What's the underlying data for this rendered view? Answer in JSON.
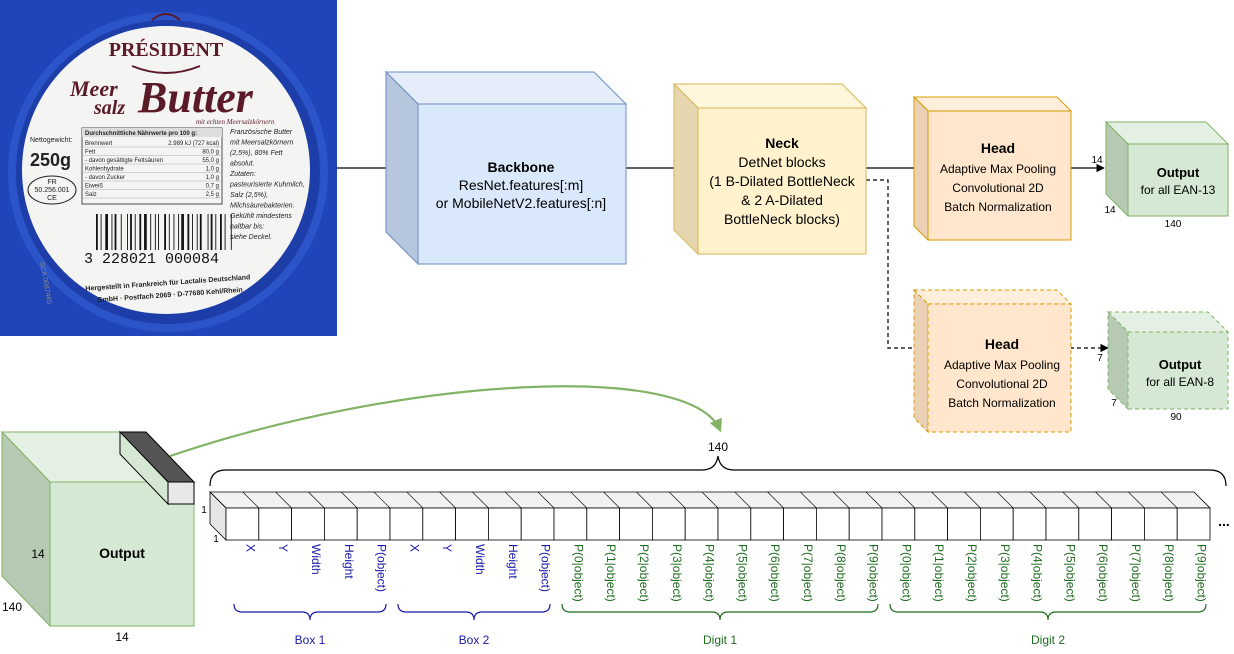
{
  "photo": {
    "brand": "PRÉSIDENT",
    "product_line1": "Meer",
    "product_line2": "salz",
    "product_main": "Butter",
    "product_sub": "mit echten Meersalzkörnern",
    "weight_label": "Nettogewicht:",
    "weight": "250g",
    "oval_line1": "FR",
    "oval_line2": "50.256.001",
    "oval_line3": "CE",
    "nutrition_title": "Durchschnittliche Nährwerte pro 100 g:",
    "nutrition_rows": [
      {
        "name": "Brennwert",
        "value": "2.989 kJ (727 kcal)"
      },
      {
        "name": "Fett",
        "value": "80,0 g"
      },
      {
        "name": "- davon gesättigte Fettsäuren",
        "value": "55,0 g"
      },
      {
        "name": "Kohlenhydrate",
        "value": "1,0 g"
      },
      {
        "name": "- davon Zucker",
        "value": "1,0 g"
      },
      {
        "name": "Eiweiß",
        "value": "0,7 g"
      },
      {
        "name": "Salz",
        "value": "2,5 g"
      }
    ],
    "description_lines": [
      "Französische Butter",
      "mit Meersalzkörnern",
      "(2,5%), 80% Fett",
      "absolut.",
      "Zutaten:",
      "pasteurisierte Kuhmilch,",
      "Salz (2,5%),",
      "Milchsäurebakterien.",
      "Gekühlt mindestens",
      "haltbar bis:",
      "siehe Deckel."
    ],
    "side_code": "SCA 0087465",
    "barcode_digits": "3 228021 000084",
    "footer_line1": "Hergestellt in Frankreich für Lactalis Deutschland",
    "footer_line2": "GmbH · Postfach 2069 · D-77680 Kehl/Rhein",
    "colors": {
      "lid_blue": "#1f45b8",
      "label_white": "#f4f4f2",
      "brand_maroon": "#5a1a28"
    }
  },
  "backbone": {
    "title": "Backbone",
    "line1": "ResNet.features[:m]",
    "line2": "or MobileNetV2.features[:n]"
  },
  "neck": {
    "title": "Neck",
    "line1": "DetNet blocks",
    "line2": "(1 B-Dilated BottleNeck",
    "line3": "& 2 A-Dilated",
    "line4": "BottleNeck blocks)"
  },
  "head_13": {
    "title": "Head",
    "line1": "Adaptive Max Pooling",
    "line2": "Convolutional 2D",
    "line3": "Batch Normalization"
  },
  "head_8": {
    "title": "Head",
    "line1": "Adaptive Max Pooling",
    "line2": "Convolutional 2D",
    "line3": "Batch Normalization"
  },
  "output_13": {
    "title": "Output",
    "subtitle": "for all EAN-13",
    "dim_top": "14",
    "dim_side": "14",
    "dim_bottom": "140"
  },
  "output_8": {
    "title": "Output",
    "subtitle": "for all EAN-8",
    "dim_top": "7",
    "dim_side": "7",
    "dim_bottom": "90"
  },
  "big_output": {
    "title": "Output",
    "dim_side": "14",
    "dim_depth": "140",
    "dim_bottom": "14"
  },
  "vector": {
    "length_label": "140",
    "dim_top": "1",
    "dim_bottom": "1",
    "ellipsis": "...",
    "cells": [
      "X",
      "Y",
      "Width",
      "Height",
      "P(object)",
      "X",
      "Y",
      "Width",
      "Height",
      "P(object)",
      "P(0|object)",
      "P(1|object)",
      "P(2|object)",
      "P(3|object)",
      "P(4|object)",
      "P(5|object)",
      "P(6|object)",
      "P(7|object)",
      "P(8|object)",
      "P(9|object)",
      "P(0|object)",
      "P(1|object)",
      "P(2|object)",
      "P(3|object)",
      "P(4|object)",
      "P(5|object)",
      "P(6|object)",
      "P(7|object)",
      "P(8|object)",
      "P(9|object)"
    ],
    "groups": [
      "Box 1",
      "Box 2",
      "Digit 1",
      "Digit 2"
    ]
  },
  "colors": {
    "blue_face": "#dae8fc",
    "blue_stroke": "#6c8ebf",
    "blue_side": "#b6c6dc",
    "yellow_face": "#fff2cc",
    "yellow_stroke": "#d6b656",
    "yellow_side": "#e6d6b0",
    "orange_face": "#ffe6cc",
    "orange_stroke": "#d79b00",
    "orange_side": "#ead0b4",
    "green_face": "#d5e8d4",
    "green_stroke": "#82b366",
    "green_side": "#b5c9b3",
    "box_text": "#1a1aa6",
    "digit_text": "#1f6b1f"
  }
}
